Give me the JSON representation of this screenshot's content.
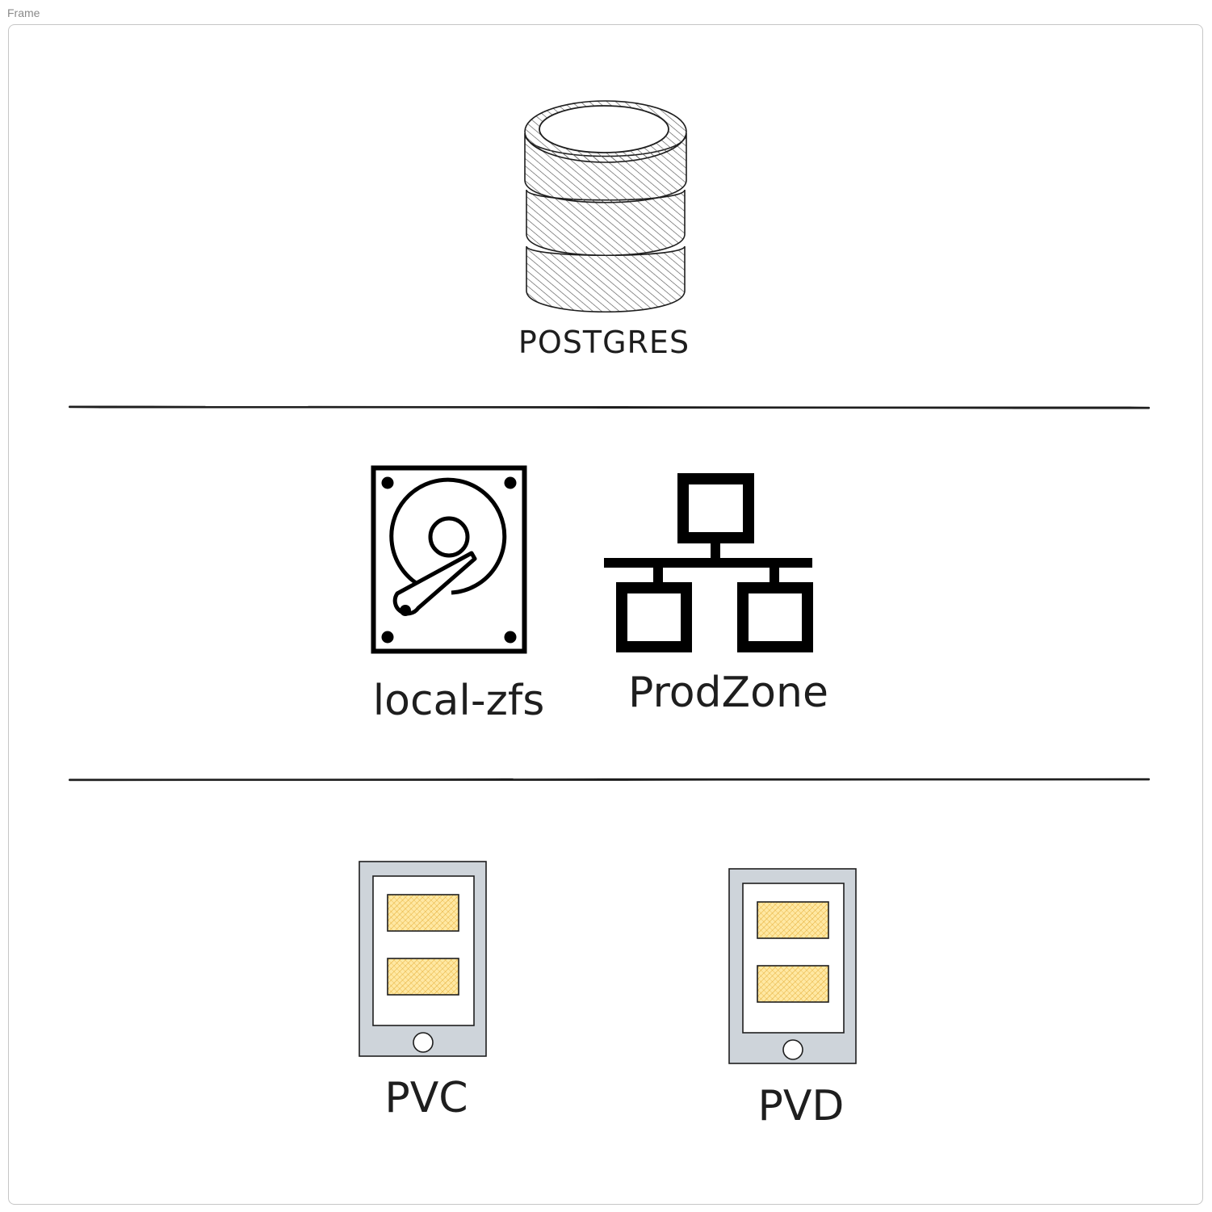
{
  "frame": {
    "title": "Frame"
  },
  "nodes": {
    "database": {
      "label": "POSTGRES",
      "icon": "database-icon"
    },
    "storage": {
      "label": "local-zfs",
      "icon": "hard-drive-icon"
    },
    "network": {
      "label": "ProdZone",
      "icon": "network-icon"
    },
    "pvc": {
      "label": "PVC",
      "icon": "tablet-icon"
    },
    "pvd": {
      "label": "PVD",
      "icon": "tablet-icon"
    }
  },
  "colors": {
    "stroke": "#1e1e1e",
    "db_hatch": "#555555",
    "tablet_body": "#ced4da",
    "tablet_block": "#ffe8a3",
    "tablet_block_hatch": "#e0a526"
  }
}
